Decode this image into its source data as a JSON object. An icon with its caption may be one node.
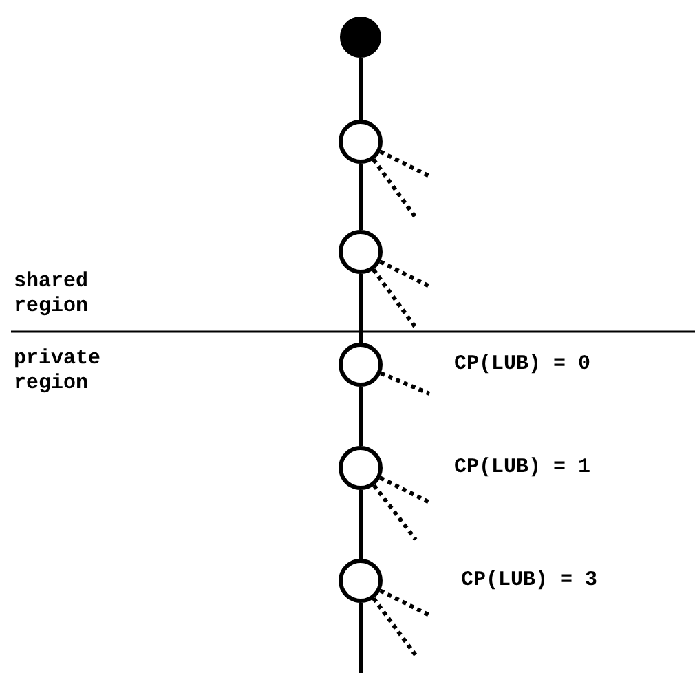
{
  "diagram": {
    "nodes": [
      {
        "text": [],
        "shape": "circle"
      },
      {
        "text": [],
        "shape": "circle"
      },
      {
        "text": [],
        "shape": "circle"
      },
      {
        "text": [],
        "shape": "circle",
        "beside": [
          "CP(LUB) = 0"
        ]
      },
      {
        "text": [],
        "shape": "circle",
        "beside": [
          "CP(LUB) = 1"
        ]
      },
      {
        "text": [],
        "shape": "circle",
        "beside": [
          "CP(LUB) = 3"
        ]
      }
    ],
    "edges": [
      {
        "from": 0,
        "to": 1,
        "arrow": "none"
      },
      {
        "from": 1,
        "to": 2,
        "arrow": "none"
      },
      {
        "from": 2,
        "to": 3,
        "arrow": "none"
      },
      {
        "from": 3,
        "to": 4,
        "arrow": "none"
      },
      {
        "from": 4,
        "to": 5,
        "arrow": "none"
      },
      {
        "from": 5,
        "to": null,
        "arrow": "none"
      },
      {
        "from": 1,
        "to": null,
        "arrow": "none",
        "style": "dashed"
      },
      {
        "from": 1,
        "to": null,
        "arrow": "none",
        "style": "dashed"
      },
      {
        "from": 2,
        "to": null,
        "arrow": "none",
        "style": "dashed"
      },
      {
        "from": 2,
        "to": null,
        "arrow": "none",
        "style": "dashed"
      },
      {
        "from": 3,
        "to": null,
        "arrow": "none",
        "style": "dashed"
      },
      {
        "from": 4,
        "to": null,
        "arrow": "none",
        "style": "dashed"
      },
      {
        "from": 4,
        "to": null,
        "arrow": "none",
        "style": "dashed"
      },
      {
        "from": 5,
        "to": null,
        "arrow": "none",
        "style": "dashed"
      },
      {
        "from": 5,
        "to": null,
        "arrow": "none",
        "style": "dashed"
      }
    ],
    "labels": [
      "shared region",
      "private region"
    ]
  }
}
